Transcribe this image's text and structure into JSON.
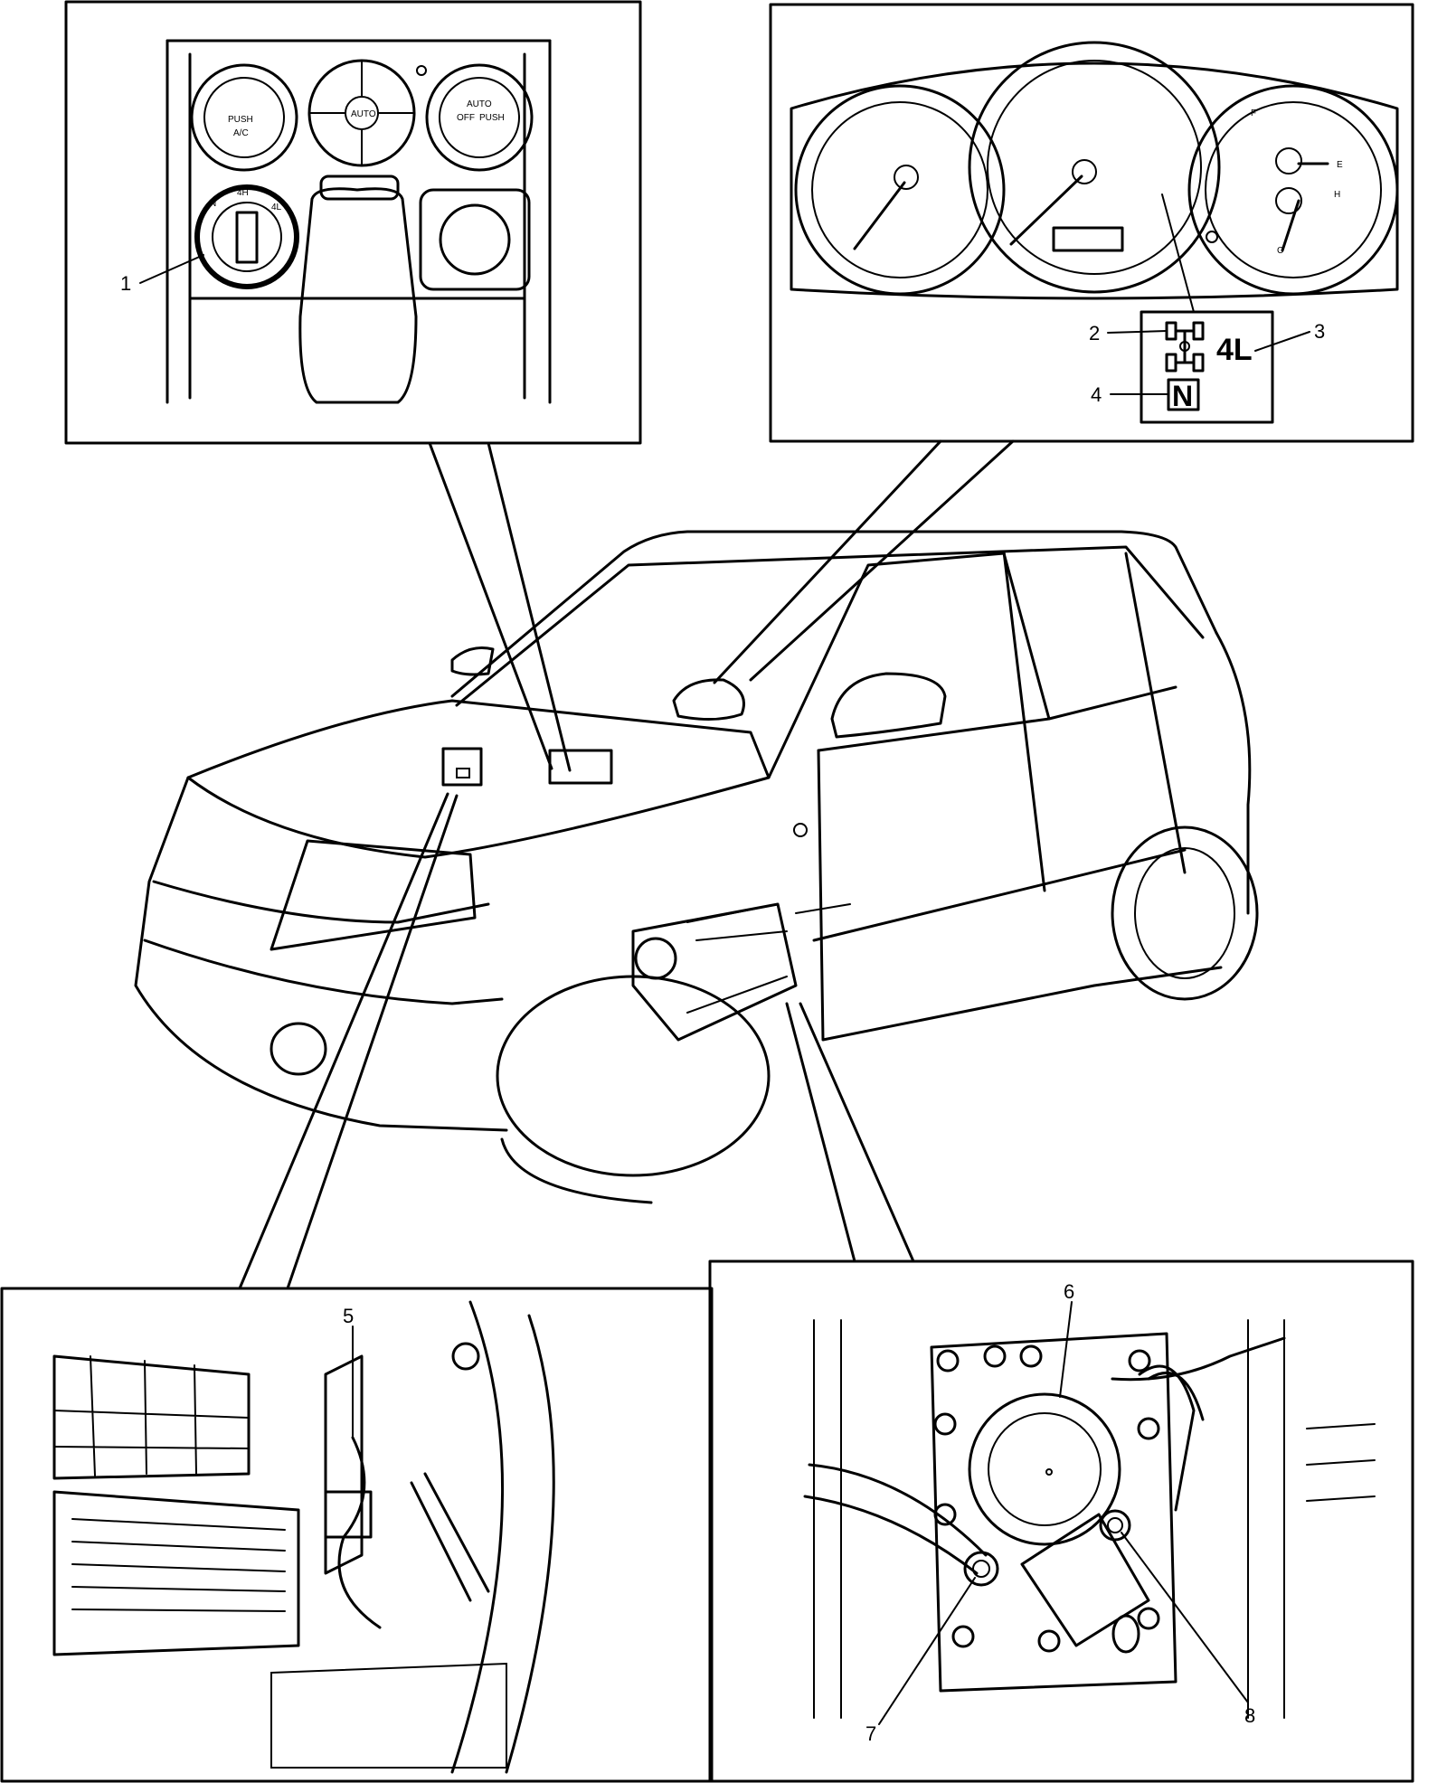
{
  "callouts": [
    {
      "id": "1",
      "label": "1"
    },
    {
      "id": "2",
      "label": "2"
    },
    {
      "id": "3",
      "label": "3"
    },
    {
      "id": "4",
      "label": "4"
    },
    {
      "id": "5",
      "label": "5"
    },
    {
      "id": "6",
      "label": "6"
    },
    {
      "id": "7",
      "label": "7"
    },
    {
      "id": "8",
      "label": "8"
    }
  ],
  "indicators": {
    "mode_4l": "4L",
    "neutral": "N"
  },
  "climate_panel": {
    "left_knob_push": "PUSH",
    "left_knob_ac": "A/C",
    "center_knob_auto": "AUTO",
    "right_knob_auto": "AUTO",
    "right_knob_off": "OFF",
    "right_knob_push": "PUSH",
    "selector_4h": "4H",
    "selector_n": "N",
    "selector_4l": "4L"
  },
  "gauges": {
    "fuel_full": "F",
    "fuel_empty": "E",
    "temp_hot": "H",
    "temp_cold": "C"
  }
}
